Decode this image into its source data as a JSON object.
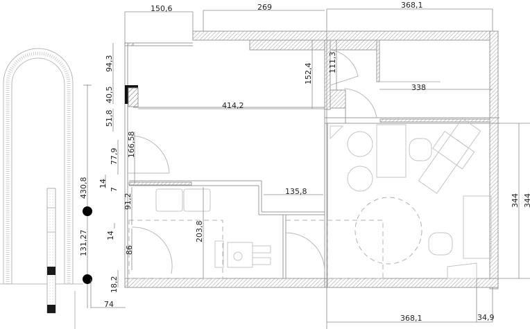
{
  "drawing": {
    "type": "architectural floor plan",
    "colors": {
      "line": "#9a9a9a",
      "text": "#222222",
      "hatch": "#a0a0a0",
      "dot": "#000000"
    }
  },
  "dimensions": {
    "top": [
      {
        "id": "d_top_left",
        "label": "150,6"
      },
      {
        "id": "d_top_mid",
        "label": "269"
      },
      {
        "id": "d_top_right",
        "label": "368,1"
      }
    ],
    "left": [
      {
        "id": "d_943",
        "label": "94,3"
      },
      {
        "id": "d_405",
        "label": "40,5"
      },
      {
        "id": "d_518",
        "label": "51,8"
      },
      {
        "id": "d_779",
        "label": "77,9"
      },
      {
        "id": "d_16658",
        "label": "166,58"
      },
      {
        "id": "d_14a",
        "label": "14"
      },
      {
        "id": "d_7",
        "label": "7"
      },
      {
        "id": "d_912",
        "label": "91,2"
      },
      {
        "id": "d_14b",
        "label": "14"
      },
      {
        "id": "d_86",
        "label": "86"
      },
      {
        "id": "d_182",
        "label": "18,2"
      },
      {
        "id": "d_74",
        "label": "74"
      },
      {
        "id": "d_4308",
        "label": "430,8"
      },
      {
        "id": "d_13127",
        "label": "131,27"
      }
    ],
    "interior": [
      {
        "id": "d_4142",
        "label": "414,2"
      },
      {
        "id": "d_1524",
        "label": "152,4"
      },
      {
        "id": "d_1113",
        "label": "111,3"
      },
      {
        "id": "d_338",
        "label": "338"
      },
      {
        "id": "d_1358",
        "label": "135,8"
      },
      {
        "id": "d_2038",
        "label": "203,8"
      }
    ],
    "right": [
      {
        "id": "d_344a",
        "label": "344"
      },
      {
        "id": "d_344b",
        "label": "344"
      }
    ],
    "bottom": [
      {
        "id": "d_bot",
        "label": "368,1"
      },
      {
        "id": "d_349",
        "label": "34,9"
      }
    ]
  },
  "elements": {
    "doors": 6,
    "furniture": [
      "sofa",
      "wheelchair-user",
      "sinks",
      "chairs",
      "massage-table",
      "desk",
      "turning-circle"
    ],
    "title_block": "vertical title block strip",
    "staircase": "u-shaped ramp"
  }
}
